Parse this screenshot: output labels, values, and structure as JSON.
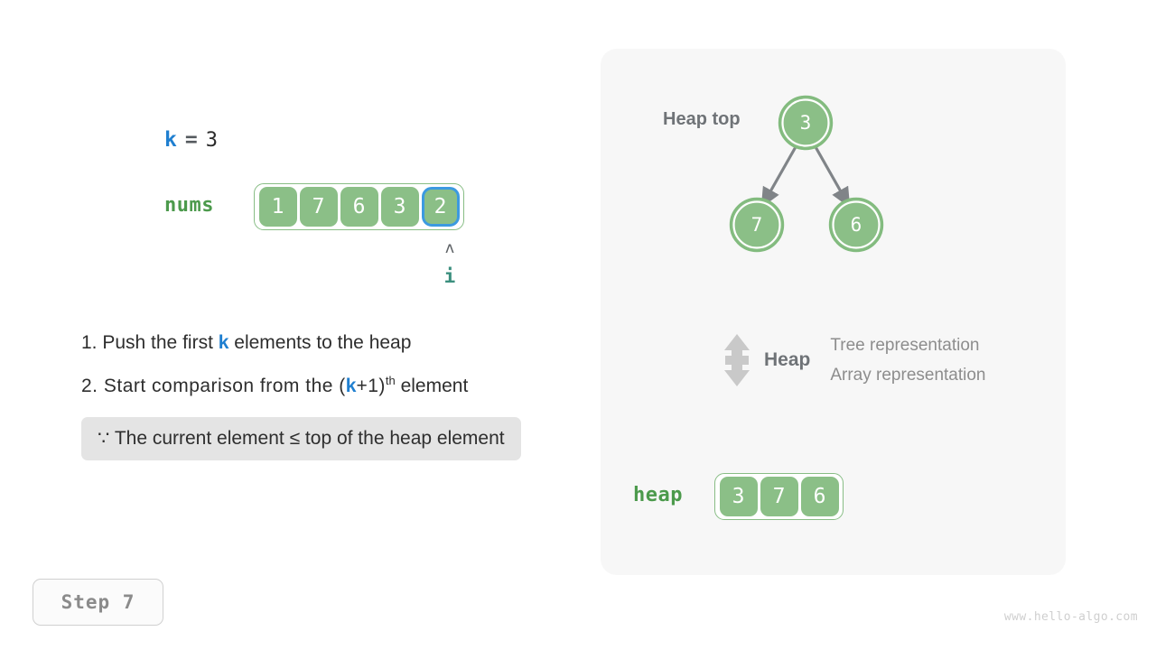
{
  "left": {
    "k_line": {
      "var": "k",
      "eq": "=",
      "value": "3"
    },
    "nums_label": "nums",
    "nums_cells": [
      {
        "value": "1",
        "highlighted": false
      },
      {
        "value": "7",
        "highlighted": false
      },
      {
        "value": "6",
        "highlighted": false
      },
      {
        "value": "3",
        "highlighted": false
      },
      {
        "value": "2",
        "highlighted": true
      }
    ],
    "pointer": {
      "caret": "ʌ",
      "name": "i"
    },
    "steps": [
      {
        "prefix": "1. Push the first ",
        "var": "k",
        "suffix": " elements to the heap"
      },
      {
        "prefix": "2. Start comparison from the (",
        "var": "k",
        "mid": "+1)",
        "sup": "th",
        "suffix": " element"
      }
    ],
    "callout": "∵ The current element ≤ top of the heap element",
    "step_badge": "Step  7",
    "watermark": "www.hello-algo.com"
  },
  "right": {
    "heap_top_label": "Heap top",
    "tree_nodes": [
      {
        "id": "root",
        "value": "3"
      },
      {
        "id": "left",
        "value": "7"
      },
      {
        "id": "right",
        "value": "6"
      }
    ],
    "legend": {
      "heap_word": "Heap",
      "tree_text": "Tree representation",
      "array_text": "Array representation"
    },
    "heap_label": "heap",
    "heap_cells": [
      {
        "value": "3"
      },
      {
        "value": "7"
      },
      {
        "value": "6"
      }
    ]
  },
  "colors": {
    "cell_green": "#8bbf87",
    "border_green": "#88bd85",
    "highlight_blue": "#3c9ae0",
    "label_green": "#4c9a4c",
    "var_blue": "#1f7fd0",
    "panel_bg": "#f7f7f7",
    "callout_bg": "#e4e4e4",
    "arrow_gray": "#808488",
    "legend_gray": "#8d8d8d"
  }
}
